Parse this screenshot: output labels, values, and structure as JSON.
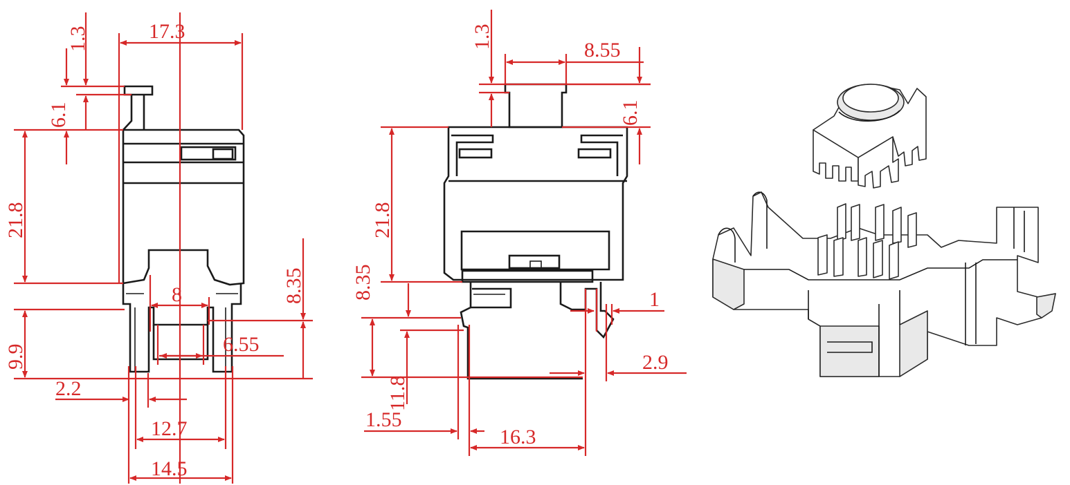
{
  "colors": {
    "dimension": "#d62828",
    "outline": "#1a1a1a",
    "background": "#ffffff"
  },
  "views": {
    "side": {
      "dims": {
        "d17_3": "17.3",
        "d1_3": "1.3",
        "d6_1": "6.1",
        "d21_8": "21.8",
        "d8_35": "8.35",
        "d8": "8",
        "d6_55": "6.55",
        "d9_9": "9.9",
        "d2_2": "2.2",
        "d12_7": "12.7",
        "d14_5": "14.5"
      }
    },
    "front": {
      "dims": {
        "d1_3": "1.3",
        "d8_55": "8.55",
        "d6_1": "6.1",
        "d21_8": "21.8",
        "d8_35": "8.35",
        "d1": "1",
        "d11_8": "11.8",
        "d2_9": "2.9",
        "d1_55": "1.55",
        "d16_3": "16.3"
      }
    },
    "isometric": {
      "parts": [
        "cap",
        "base"
      ]
    }
  }
}
